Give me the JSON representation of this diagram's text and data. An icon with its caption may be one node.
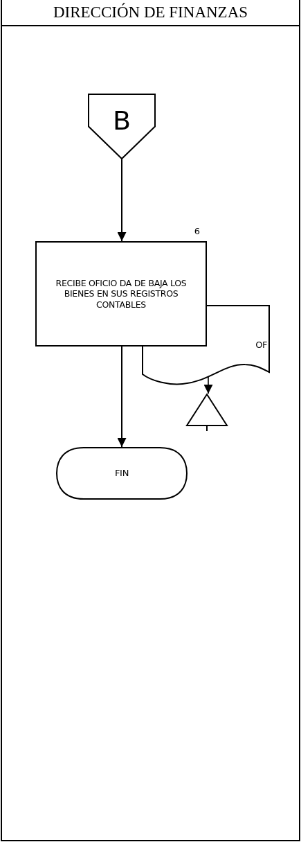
{
  "diagram": {
    "nodes": [
      {
        "text": [
          "DIRECCIÓN DE FINANZAS"
        ]
      },
      {
        "text": [
          "B"
        ],
        "in": 0
      },
      {
        "text": [
          "RECIBE OFICIO DA DE BAJA LOS BIENES EN SUS REGISTROS CONTABLES"
        ],
        "beside": [
          "6"
        ],
        "in": 0
      },
      {
        "text": [
          "OF"
        ],
        "in": 0
      },
      {
        "text": [],
        "shape": "triangle",
        "in": 0
      },
      {
        "text": [
          "FIN"
        ],
        "in": 0
      }
    ],
    "edges": [
      {
        "from": 1,
        "to": 2,
        "arrow": "to"
      },
      {
        "from": 3,
        "to": 4,
        "arrow": "to"
      },
      {
        "from": 2,
        "to": 5,
        "arrow": "to"
      }
    ]
  }
}
